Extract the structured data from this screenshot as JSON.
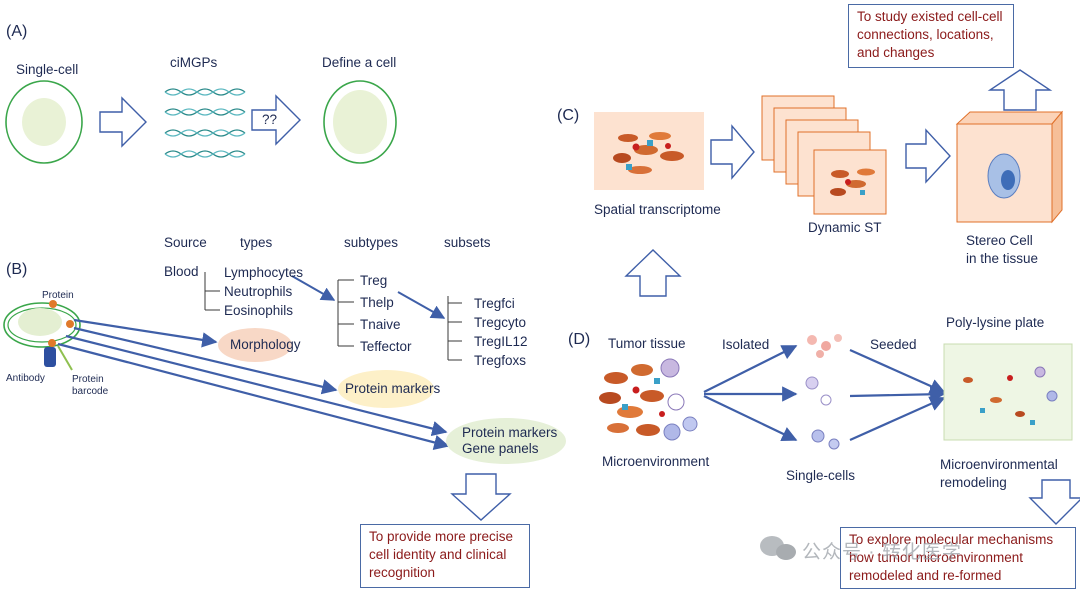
{
  "panelA": {
    "label": "(A)",
    "single_cell": "Single-cell",
    "cimgps": "ciMGPs",
    "define": "Define a cell",
    "question": "??"
  },
  "panelB": {
    "label": "(B)",
    "headers": {
      "source": "Source",
      "types": "types",
      "subtypes": "subtypes",
      "subsets": "subsets"
    },
    "source": "Blood",
    "types": [
      "Lymphocytes",
      "Neutrophils",
      "Eosinophils"
    ],
    "subtypes": [
      "Treg",
      "Thelp",
      "Tnaive",
      "Teffector"
    ],
    "subsets": [
      "Tregfci",
      "Tregcyto",
      "TregIL12",
      "Tregfoxs"
    ],
    "protein": "Protein",
    "antibody": "Antibody",
    "barcode_line1": "Protein",
    "barcode_line2": "barcode",
    "morphology": "Morphology",
    "protein_markers": "Protein markers",
    "pm_line1": "Protein markers",
    "pm_line2": "Gene panels",
    "box_text": "To provide more precise cell identity and clinical recognition"
  },
  "panelC": {
    "label": "(C)",
    "spatial": "Spatial transcriptome",
    "dynamic": "Dynamic ST",
    "stereo_line1": "Stereo Cell",
    "stereo_line2": "in the tissue",
    "box_text": "To study existed cell-cell connections, locations, and changes"
  },
  "panelD": {
    "label": "(D)",
    "tumor": "Tumor tissue",
    "micro": "Microenvironment",
    "isolated": "Isolated",
    "seeded": "Seeded",
    "single_cells": "Single-cells",
    "plate": "Poly-lysine plate",
    "remodel_line1": "Microenvironmental",
    "remodel_line2": "remodeling",
    "box_text": "To explore molecular mechanisms how tumor microenvironment remodeled and re-formed"
  },
  "watermark": "公众号 · 转化医学",
  "colors": {
    "text": "#1e2a52",
    "box_text": "#8b1a1a",
    "arrow": "#3f5fa8",
    "cell_ring": "#3aa64a"
  }
}
